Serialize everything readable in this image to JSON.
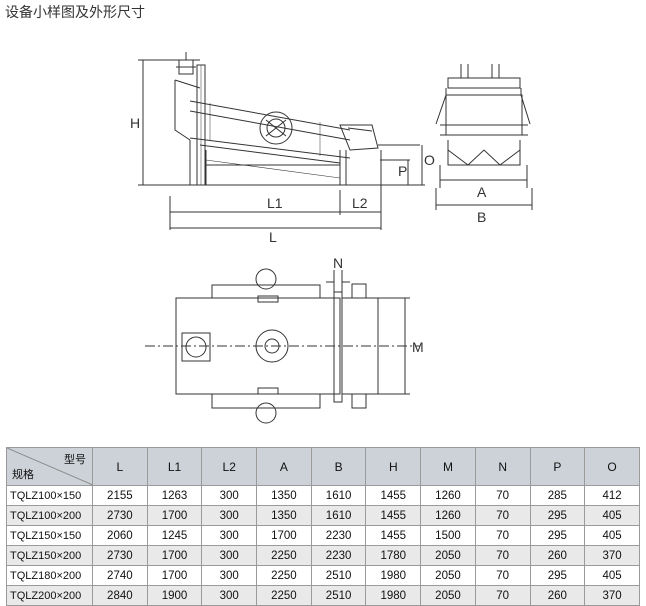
{
  "title": "设备小样图及外形尺寸",
  "drawing": {
    "labels": {
      "H": "H",
      "L1": "L1",
      "L2": "L2",
      "L": "L",
      "P": "P",
      "O": "O",
      "A": "A",
      "B": "B",
      "N": "N",
      "M": "M"
    }
  },
  "table": {
    "corner_top": "型号",
    "corner_bottom": "规格",
    "columns": [
      "L",
      "L1",
      "L2",
      "A",
      "B",
      "H",
      "M",
      "N",
      "P",
      "O"
    ],
    "rows": [
      {
        "model": "TQLZ100×150",
        "values": [
          "2155",
          "1263",
          "300",
          "1350",
          "1610",
          "1455",
          "1260",
          "70",
          "285",
          "412"
        ]
      },
      {
        "model": "TQLZ100×200",
        "values": [
          "2730",
          "1700",
          "300",
          "1350",
          "1610",
          "1455",
          "1260",
          "70",
          "295",
          "405"
        ]
      },
      {
        "model": "TQLZ150×150",
        "values": [
          "2060",
          "1245",
          "300",
          "1700",
          "2230",
          "1455",
          "1500",
          "70",
          "295",
          "405"
        ]
      },
      {
        "model": "TQLZ150×200",
        "values": [
          "2730",
          "1700",
          "300",
          "2250",
          "2230",
          "1780",
          "2050",
          "70",
          "260",
          "370"
        ]
      },
      {
        "model": "TQLZ180×200",
        "values": [
          "2740",
          "1700",
          "300",
          "2250",
          "2510",
          "1980",
          "2050",
          "70",
          "295",
          "405"
        ]
      },
      {
        "model": "TQLZ200×200",
        "values": [
          "2840",
          "1900",
          "300",
          "2250",
          "2510",
          "1980",
          "2050",
          "70",
          "260",
          "370"
        ]
      }
    ]
  }
}
